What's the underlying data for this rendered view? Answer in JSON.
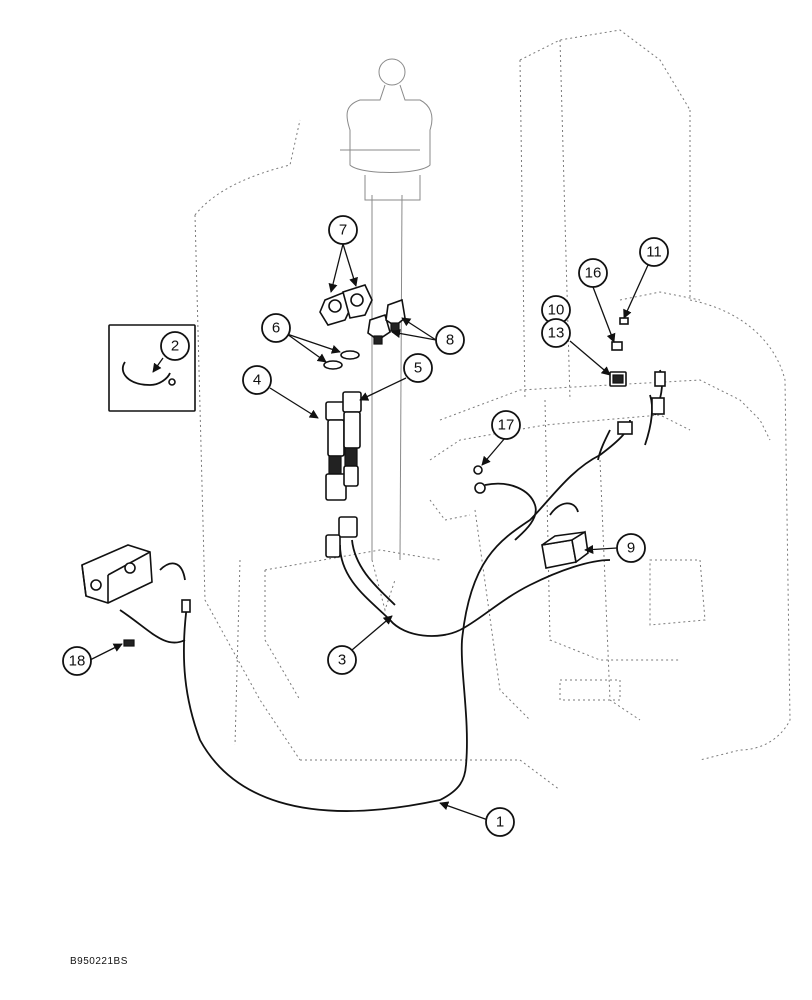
{
  "figure_id": "B950221BS",
  "callouts": [
    {
      "label": "1"
    },
    {
      "label": "2"
    },
    {
      "label": "3"
    },
    {
      "label": "4"
    },
    {
      "label": "5"
    },
    {
      "label": "6"
    },
    {
      "label": "7"
    },
    {
      "label": "8"
    },
    {
      "label": "9"
    },
    {
      "label": "10"
    },
    {
      "label": "11"
    },
    {
      "label": "13"
    },
    {
      "label": "16"
    },
    {
      "label": "17"
    },
    {
      "label": "18"
    }
  ]
}
